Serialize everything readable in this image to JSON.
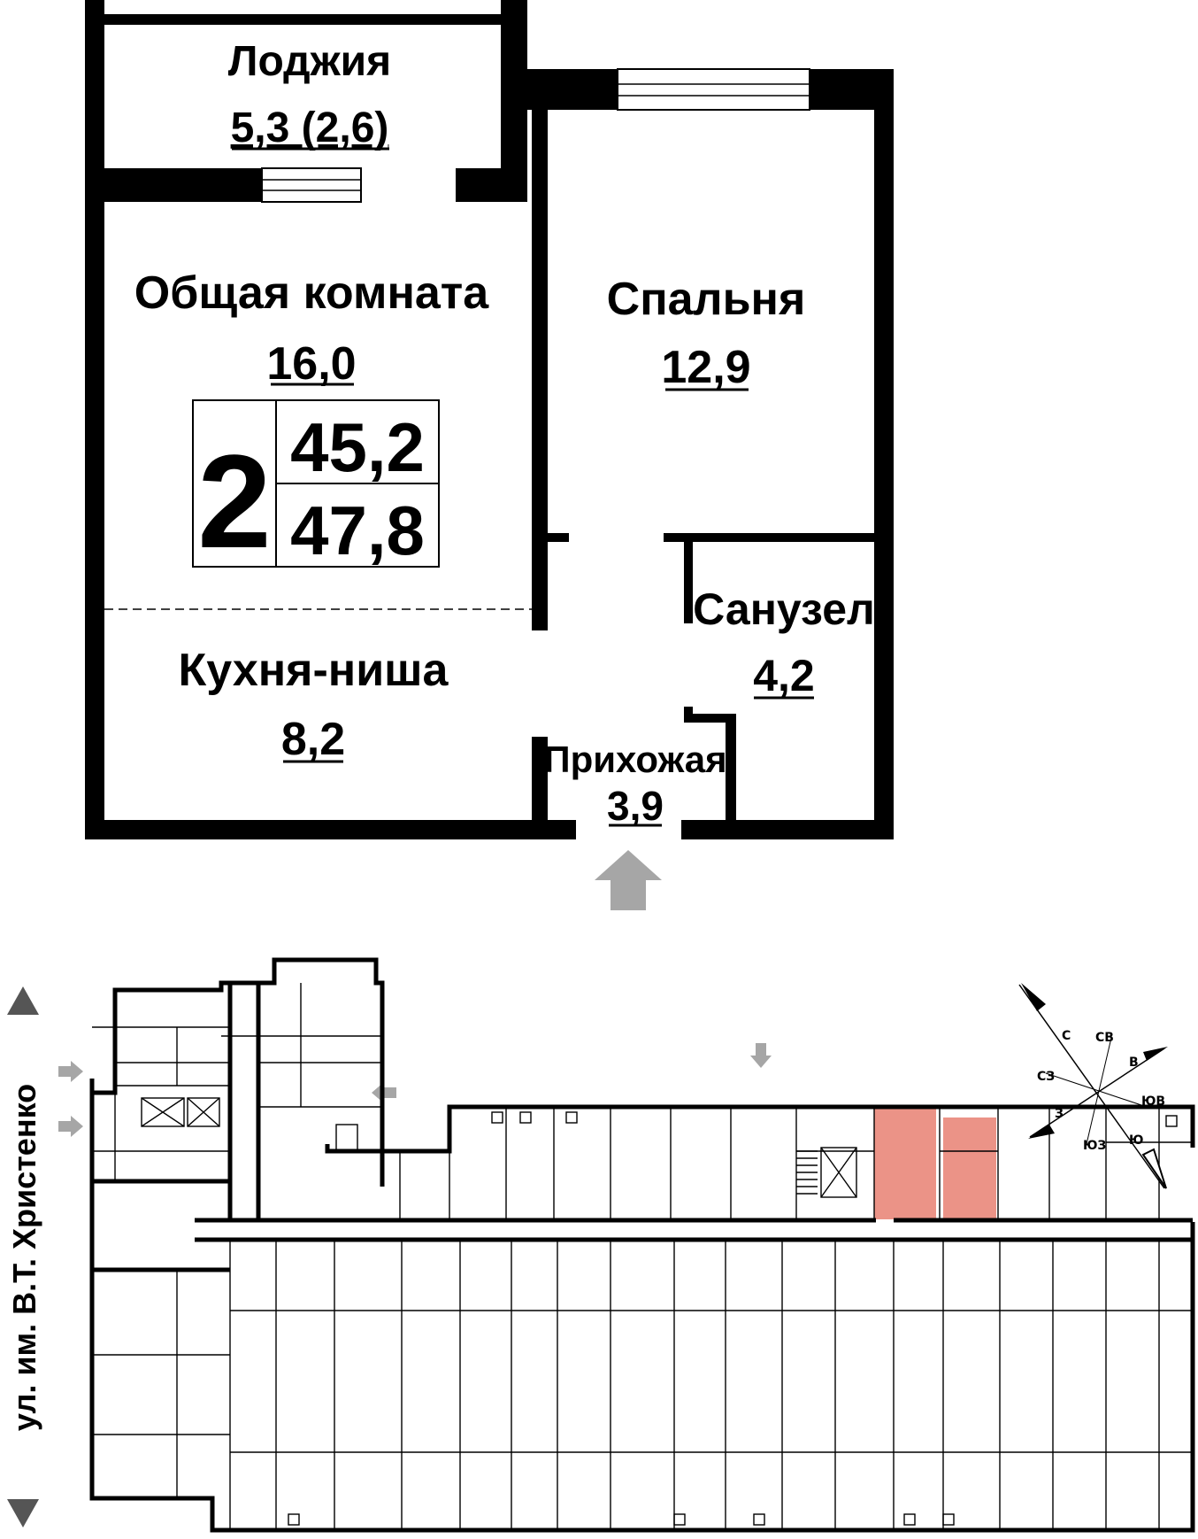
{
  "floorplan": {
    "rooms": [
      {
        "id": "loggia",
        "name": "Лоджия",
        "area": "5,3 (2,6)"
      },
      {
        "id": "living",
        "name": "Общая комната",
        "area": "16,0"
      },
      {
        "id": "bedroom",
        "name": "Спальня",
        "area": "12,9"
      },
      {
        "id": "bathroom",
        "name": "Санузел",
        "area": "4,2"
      },
      {
        "id": "kitchen",
        "name": "Кухня-ниша",
        "area": "8,2"
      },
      {
        "id": "hall",
        "name": "Прихожая",
        "area": "3,9"
      }
    ],
    "summary": {
      "rooms_count": "2",
      "living_area": "45,2",
      "total_area": "47,8"
    }
  },
  "street": {
    "label": "ул. им. В.Т. Христенко"
  },
  "compass": {
    "labels": {
      "n": "С",
      "ne": "СВ",
      "e": "В",
      "se": "ЮВ",
      "s": "Ю",
      "sw": "ЮЗ",
      "w": "З",
      "nw": "СЗ"
    }
  },
  "colors": {
    "highlight": "#eb9387",
    "entrance_arrow": "#a6a6a6",
    "wall": "#000000"
  }
}
